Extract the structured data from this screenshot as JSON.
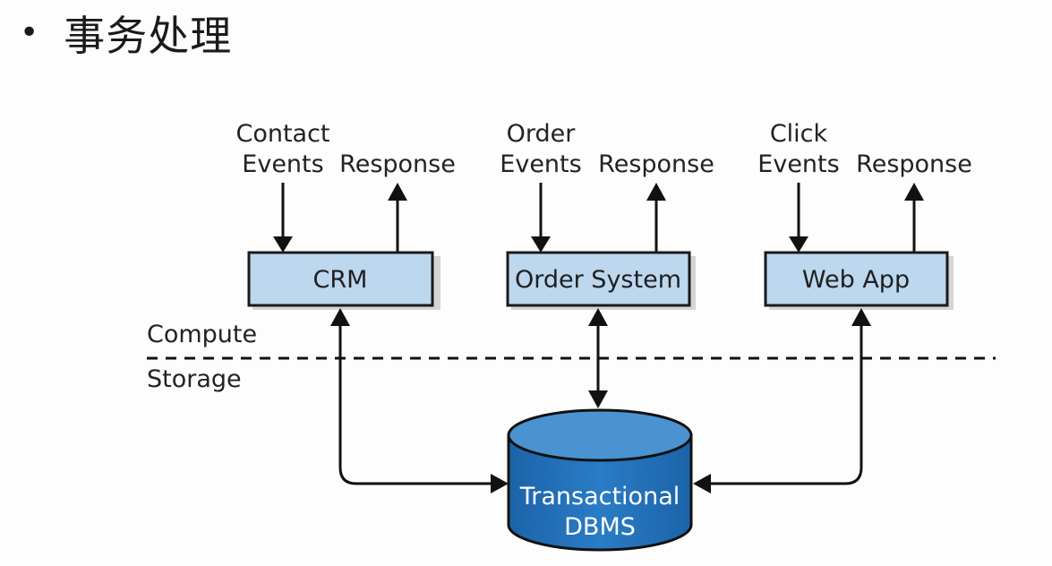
{
  "slide": {
    "bullet": "•",
    "title": "事务处理"
  },
  "diagram": {
    "systems": [
      {
        "name": "CRM",
        "input_line1": "Contact",
        "input_line2": "Events",
        "output": "Response"
      },
      {
        "name": "Order System",
        "input_line1": "Order",
        "input_line2": "Events",
        "output": "Response"
      },
      {
        "name": "Web App",
        "input_line1": "Click",
        "input_line2": "Events",
        "output": "Response"
      }
    ],
    "compute_label": "Compute",
    "storage_label": "Storage",
    "database": {
      "line1": "Transactional",
      "line2": "DBMS"
    },
    "colors": {
      "box_fill": "#bcd7ee",
      "box_border": "#1a1a1a",
      "db_fill": "#1f6fb8",
      "db_top": "#4a93d0",
      "line": "#111111"
    }
  }
}
